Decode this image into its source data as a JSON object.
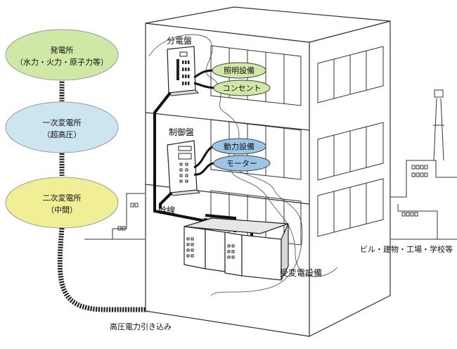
{
  "stations": [
    {
      "name": "発電所",
      "detail": "（水力・火力・原子力等）",
      "color": "#cfe8a6"
    },
    {
      "name": "一次変電所",
      "detail": "（超高圧）",
      "color": "#cbe6ef"
    },
    {
      "name": "二次変電所",
      "detail": "（中間）",
      "color": "#f1ef96"
    }
  ],
  "feeder_label": "高圧電力引き込み",
  "building": {
    "distribution_board": "分電盤",
    "control_panel": "制御盤",
    "trunk_line": "幹線",
    "substation_equipment": "受変電設備"
  },
  "loads": [
    {
      "label": "照明設備",
      "color": "#cfe8a6"
    },
    {
      "label": "コンセント",
      "color": "#cfe8a6"
    },
    {
      "label": "動力設備",
      "color": "#9cc4e6"
    },
    {
      "label": "モーター",
      "color": "#9cc4e6"
    }
  ],
  "consumers_label": "ビル・建物・工場・学校等"
}
